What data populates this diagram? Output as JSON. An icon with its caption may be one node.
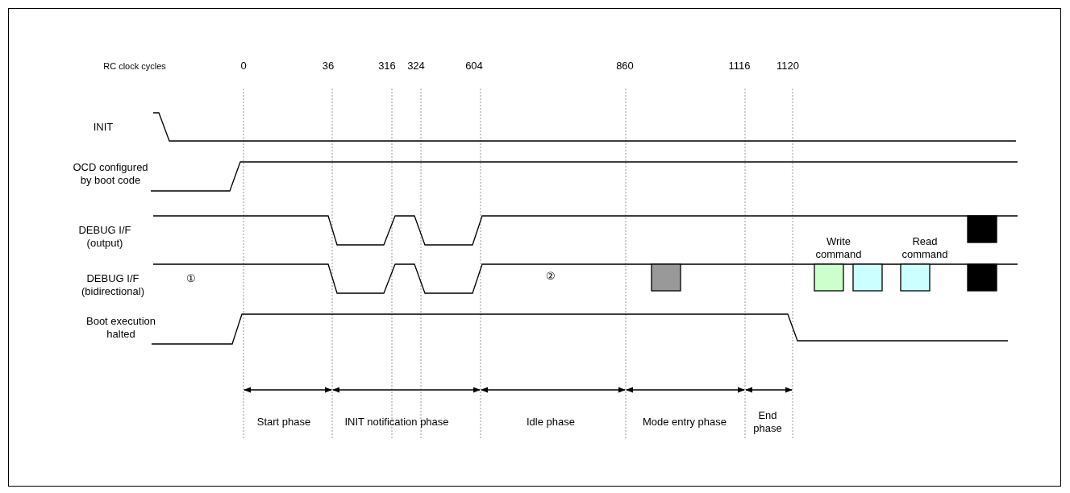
{
  "diagram": {
    "labels": [
      "RC clock cycles",
      "0",
      "36",
      "316",
      "324",
      "604",
      "860",
      "1116",
      "1120",
      "INIT",
      "OCD configured by boot code",
      "DEBUG I/F (output)",
      "DEBUG I/F (bidirectional)",
      "①",
      "②",
      "Write command",
      "Read command",
      "Boot execution halted",
      "Start phase",
      "INIT notification phase",
      "Idle phase",
      "Mode entry phase",
      "End phase"
    ]
  }
}
